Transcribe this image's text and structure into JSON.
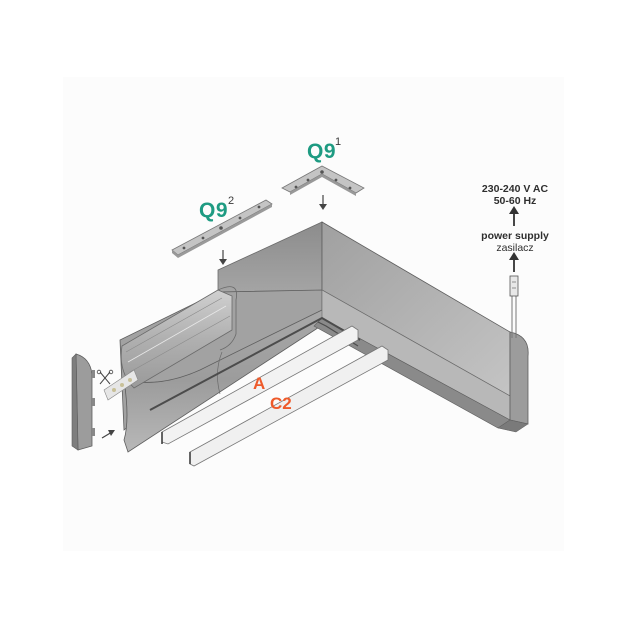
{
  "labels": {
    "q9_corner": {
      "text": "Q9",
      "superscript": "1"
    },
    "q9_straight": {
      "text": "Q9",
      "superscript": "2"
    },
    "diffuser_a": "A",
    "cover_c2": "C2",
    "power": {
      "voltage": "230-240 V AC",
      "frequency": "50-60 Hz",
      "title": "power supply",
      "title_pl": "zasilacz"
    }
  },
  "colors": {
    "q9_label": "#1e9b82",
    "part_label": "#ee5a2a",
    "text": "#2e2e2e",
    "profile": "#9a9a9a",
    "panel": "#fcfcfc"
  },
  "parts": [
    "corner-connector-Q9-1",
    "straight-connector-Q9-2",
    "led-profile",
    "diffuser-A",
    "cover-C2",
    "end-cap",
    "led-strip",
    "power-cable"
  ]
}
